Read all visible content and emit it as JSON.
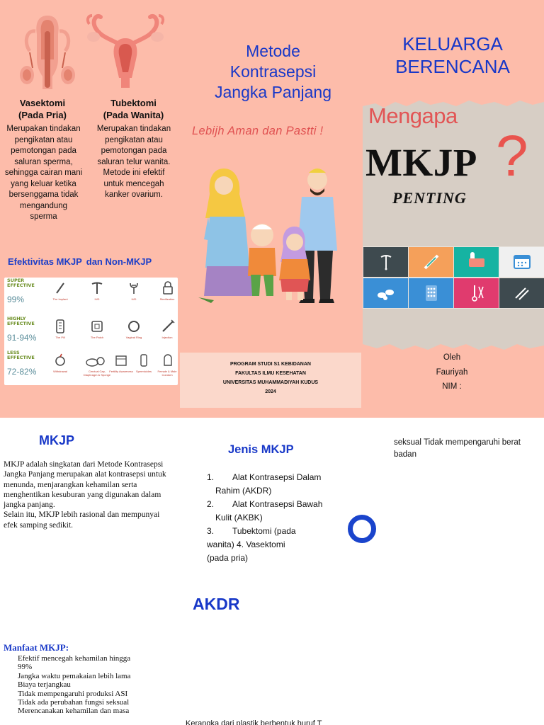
{
  "panel_left": {
    "vasektomi": {
      "title_1": "Vasektomi",
      "title_2": "(Pada Pria)",
      "desc": [
        "Merupakan tindakan",
        "pengikatan atau",
        "pemotongan pada",
        "saluran sperma,",
        "sehingga cairan mani",
        "yang keluar ketika",
        "bersenggama tidak",
        "mengandung",
        "sperma"
      ]
    },
    "tubektomi": {
      "title_1": "Tubektomi",
      "title_2": "(Pada Wanita)",
      "desc": [
        "Merupakan tindakan",
        "pengikatan atau",
        "pemotongan pada",
        "saluran telur wanita.",
        "Metode ini efektif",
        "untuk mencegah",
        "kanker ovarium."
      ]
    },
    "efektivitas_title_1": "Efektivitas MKJP",
    "efektivitas_title_2": "dan Non-MKJP",
    "effectiveness": [
      {
        "tag_1": "SUPER",
        "tag_2": "EFFECTIVE",
        "pct": "99%",
        "methods": [
          {
            "icon": "implant-icon",
            "label": "The Implant"
          },
          {
            "icon": "iud-t-icon",
            "label": "IUD"
          },
          {
            "icon": "iud-coil-icon",
            "label": "IUD"
          },
          {
            "icon": "sterilization-icon",
            "label": "Sterilization"
          }
        ]
      },
      {
        "tag_1": "HIGHLY",
        "tag_2": "EFFECTIVE",
        "pct": "91-94%",
        "methods": [
          {
            "icon": "pill-pack-icon",
            "label": "The Pill"
          },
          {
            "icon": "patch-icon",
            "label": "The Patch"
          },
          {
            "icon": "ring-icon",
            "label": "Vaginal Ring"
          },
          {
            "icon": "injection-icon",
            "label": "Injection"
          }
        ]
      },
      {
        "tag_1": "LESS",
        "tag_2": "EFFECTIVE",
        "pct": "72-82%",
        "methods": [
          {
            "icon": "withdrawal-icon",
            "label": "Withdrawal"
          },
          {
            "icon": "cervical-cap-icon",
            "label": "Cervical Cap, Diaphragm & Sponge"
          },
          {
            "icon": "fertility-icon",
            "label": "Fertility Awareness"
          },
          {
            "icon": "spermicide-icon",
            "label": "Spermicides"
          },
          {
            "icon": "condom-icon",
            "label": "Female & Male Condom"
          }
        ]
      }
    ]
  },
  "panel_center": {
    "title": [
      "Metode",
      "Kontrasepsi",
      "Jangka Panjang"
    ],
    "subtitle": "Lebijh Aman dan Pastti !",
    "institution": [
      "PROGRAM STUDI S1 KEBIDANAN",
      "FAKULTAS ILMU KESEHATAN",
      "UNIVERSITAS MUHAMMADIYAH KUDUS",
      "2024"
    ]
  },
  "panel_right": {
    "title": [
      "KELUARGA",
      "BERENCANA"
    ],
    "mengapa": "Mengapa",
    "mkjp": "MKJP",
    "question": "?",
    "penting": "PENTING",
    "tiles": [
      {
        "icon": "iud-icon",
        "color": "#3e4a4f"
      },
      {
        "icon": "syringe-icon",
        "color": "#f5a05a"
      },
      {
        "icon": "condom-box-icon",
        "color": "#16b3a2"
      },
      {
        "icon": "calendar-icon",
        "color": "#f0f0f0"
      },
      {
        "icon": "pills-icon",
        "color": "#3a8fd6"
      },
      {
        "icon": "pill-pack-icon",
        "color": "#3a8fd6"
      },
      {
        "icon": "tubal-icon",
        "color": "#e03b6e"
      },
      {
        "icon": "implant-rods-icon",
        "color": "#3e4a4f"
      }
    ],
    "oleh": "Oleh",
    "name": "Fauriyah",
    "nim": "NIM :"
  },
  "page2": {
    "mkjp_heading": "MKJP",
    "mkjp_text": [
      "MKJP adalah singkatan dari Metode Kontrasepsi",
      "Jangka Panjang merupakan alat kontrasepsi untuk",
      "menunda, menjarangkan kehamilan serta",
      "menghentikan kesuburan yang digunakan dalam",
      "jangka panjang.",
      "Selain itu, MKJP lebih rasional dan mempunyai",
      "efek samping sedikit."
    ],
    "jenis_heading": "Jenis MKJP",
    "jenis_items": [
      {
        "num": "1.",
        "line_1": "Alat Kontrasepsi Dalam",
        "line_2": "Rahim (AKDR)"
      },
      {
        "num": "2.",
        "line_1": "Alat Kontrasepsi Bawah",
        "line_2": "Kulit (AKBK)"
      },
      {
        "num": "3.",
        "line_1": "Tubektomi (pada",
        "line_2": "wanita) 4. Vasektomi",
        "line_3": "(pada pria)"
      }
    ],
    "right_text": [
      "seksual Tidak mempengaruhi berat",
      "badan"
    ],
    "akdr_heading": "AKDR",
    "manfaat_heading": "Manfaat MKJP:",
    "manfaat_items": [
      "Efektif mencegah kehamilan hingga",
      "99%",
      "Jangka waktu pemakaian lebih lama",
      "Biaya terjangkau",
      "Tidak mempengaruhi produksi ASI",
      "Tidak ada perubahan fungsi seksual",
      "Merencanakan kehamilan dan masa"
    ],
    "kerangka_text": "Kerangka dari plastik berbentuk huruf T"
  }
}
